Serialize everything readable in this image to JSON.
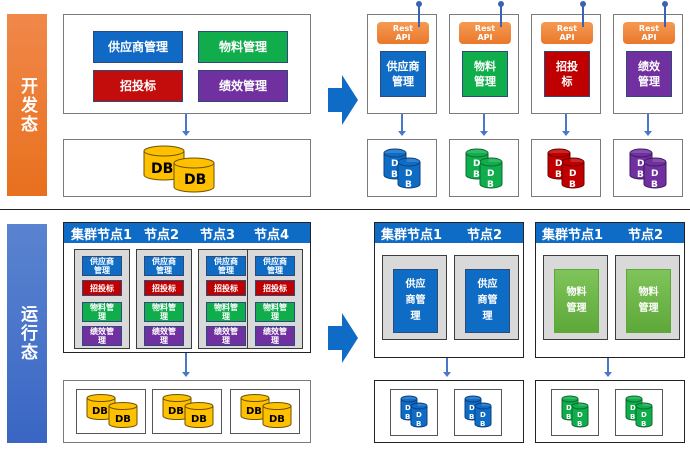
{
  "phases": {
    "dev": {
      "label": "开发态",
      "color": "#ed7d31"
    },
    "run": {
      "label": "运行态",
      "color": "#4472c4"
    }
  },
  "dev": {
    "monolith_modules": [
      {
        "label": "供应商管理",
        "color": "#0f6cc4"
      },
      {
        "label": "物料管理",
        "color": "#10ad4c"
      },
      {
        "label": "招投标",
        "color": "#c00000"
      },
      {
        "label": "绩效管理",
        "color": "#7030a0"
      }
    ],
    "monolith_db": {
      "labels": [
        "DB",
        "DB"
      ],
      "color": "#ffc000"
    },
    "microservices": [
      {
        "api_label_1": "Rest",
        "api_label_2": "API",
        "service": "供应商管理",
        "line1": "供应商",
        "line2": "管理",
        "color": "#0f6cc4",
        "db1a": "D",
        "db1b": "B",
        "db2a": "D",
        "db2b": "B"
      },
      {
        "api_label_1": "Rest",
        "api_label_2": "API",
        "service": "物料管理",
        "line1": "物料",
        "line2": "管理",
        "color": "#10ad4c",
        "db1a": "D",
        "db1b": "B",
        "db2a": "D",
        "db2b": "B"
      },
      {
        "api_label_1": "Rest",
        "api_label_2": "API",
        "service": "招投标",
        "line1": "招投",
        "line2": "标",
        "color": "#c00000",
        "db1a": "D",
        "db1b": "B",
        "db2a": "D",
        "db2b": "B"
      },
      {
        "api_label_1": "Rest",
        "api_label_2": "API",
        "service": "绩效管理",
        "line1": "绩效",
        "line2": "管理",
        "color": "#7030a0",
        "db1a": "D",
        "db1b": "B",
        "db2a": "D",
        "db2b": "B"
      }
    ]
  },
  "run": {
    "monolith_cluster": {
      "headers": [
        "集群节点1",
        "节点2",
        "节点3",
        "节点4"
      ],
      "node_modules": [
        {
          "line1": "供应商",
          "line2": "管理",
          "color": "#0f6cc4"
        },
        {
          "line1": "招投标",
          "line2": "",
          "color": "#c00000"
        },
        {
          "line1": "物料管",
          "line2": "理",
          "color": "#10ad4c"
        },
        {
          "line1": "绩效管",
          "line2": "理",
          "color": "#7030a0"
        }
      ],
      "db_groups": 3,
      "db_label": "DB"
    },
    "micro_clusters": [
      {
        "headers": [
          "集群节点1",
          "节点2"
        ],
        "service_line1": "供应",
        "service_line2": "商管",
        "service_line3": "理",
        "color": "#0f6cc4"
      },
      {
        "headers": [
          "集群节点1",
          "节点2"
        ],
        "service_line1": "物料",
        "service_line2": "管理",
        "service_line3": "",
        "color": "#70ad47"
      }
    ],
    "db_letter_d": "D",
    "db_letter_b": "B"
  }
}
